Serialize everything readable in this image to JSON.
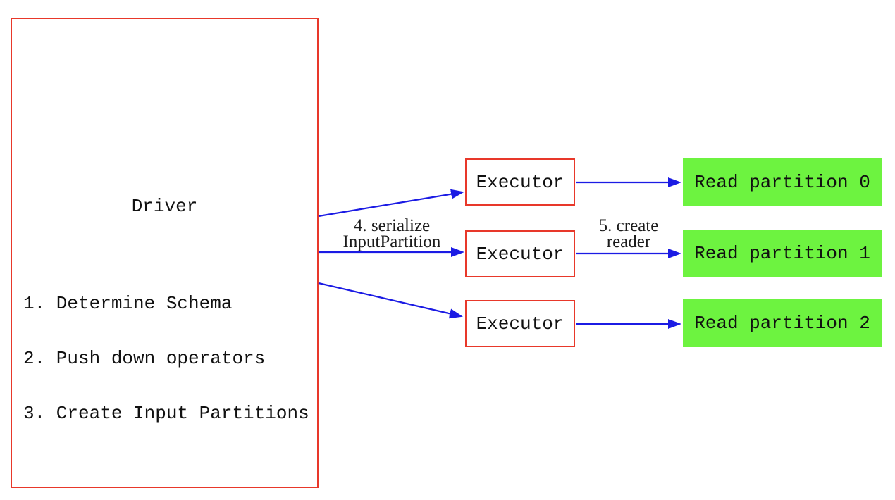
{
  "colors": {
    "red": "#e8382a",
    "green": "#6df340",
    "blue": "#1b1be4",
    "ink": "#111111",
    "bg": "#ffffff"
  },
  "diagram": {
    "driver": {
      "title": "Driver",
      "steps": [
        "1. Determine Schema",
        "2. Push down operators",
        "3. Create Input Partitions"
      ]
    },
    "executors": [
      {
        "label": "Executor"
      },
      {
        "label": "Executor"
      },
      {
        "label": "Executor"
      }
    ],
    "partitions": [
      {
        "label": "Read partition 0"
      },
      {
        "label": "Read partition 1"
      },
      {
        "label": "Read partition 2"
      }
    ],
    "edge_labels": {
      "serialize_line1": "4. serialize",
      "serialize_line2": "InputPartition",
      "create_line1": "5. create",
      "create_line2": "reader"
    }
  }
}
